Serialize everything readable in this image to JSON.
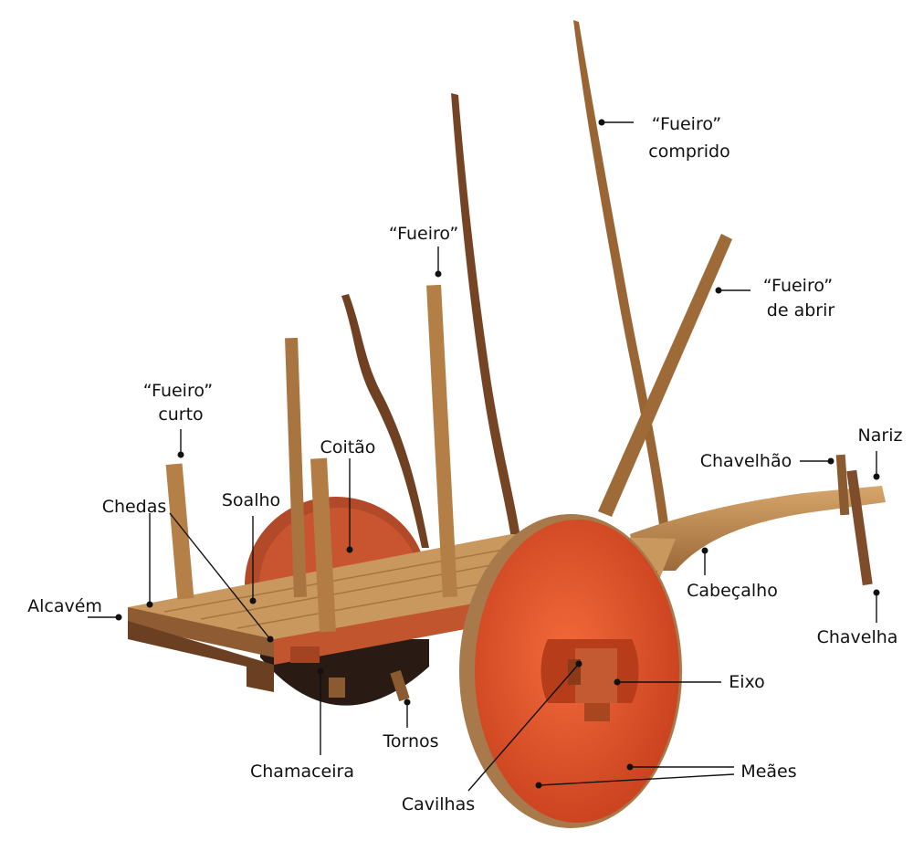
{
  "colors": {
    "wood": "#b8864d",
    "wood_dark": "#7a4a24",
    "wheel_orange": "#e2552a",
    "wheel_rim": "#a8794a",
    "shadow_wheel": "#2a1a14",
    "text": "#111111"
  },
  "labels": {
    "fueiro_comprido_l1": "“Fueiro”",
    "fueiro_comprido_l2": "comprido",
    "fueiro": "“Fueiro”",
    "fueiro_abrir_l1": "“Fueiro”",
    "fueiro_abrir_l2": "de abrir",
    "fueiro_curto_l1": "“Fueiro”",
    "fueiro_curto_l2": "curto",
    "nariz": "Nariz",
    "chavelhao": "Chavelhão",
    "coitao": "Coitão",
    "soalho": "Soalho",
    "chedas": "Chedas",
    "alcavem": "Alcavém",
    "cabecalho": "Cabeçalho",
    "chavelha": "Chavelha",
    "eixo": "Eixo",
    "tornos": "Tornos",
    "chamaceira": "Chamaceira",
    "meaes": "Meães",
    "cavilhas": "Cavilhas"
  }
}
